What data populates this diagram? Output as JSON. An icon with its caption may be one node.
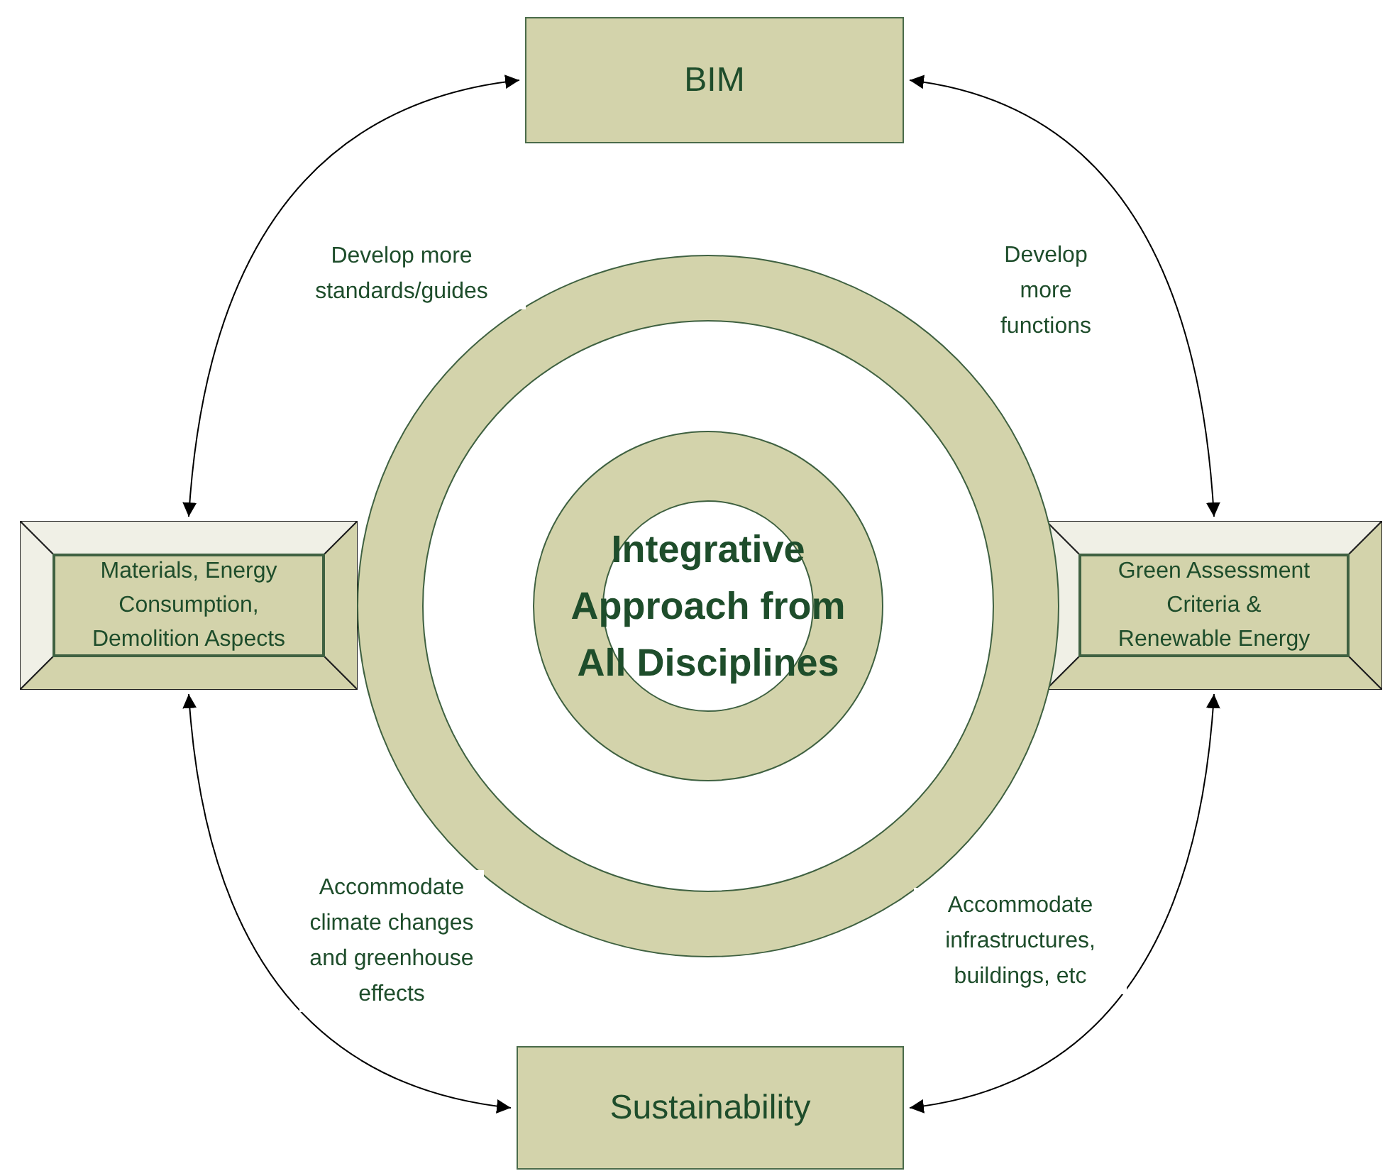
{
  "diagram": {
    "nodes": [
      {
        "text": [
          "BIM"
        ]
      },
      {
        "text": [
          "Materials, Energy Consumption, Demolition Aspects"
        ]
      },
      {
        "text": [
          "Green Assessment Criteria & Renewable Energy"
        ]
      },
      {
        "text": [
          "Sustainability"
        ]
      },
      {
        "text": [
          "Integrative Approach from All Disciplines"
        ]
      }
    ],
    "edges": [
      {
        "from": 0,
        "to": 1,
        "arrow": "both",
        "label": "Develop more standards/guides"
      },
      {
        "from": 0,
        "to": 2,
        "arrow": "both",
        "label": "Develop more functions"
      },
      {
        "from": 1,
        "to": 3,
        "arrow": "both",
        "label": "Accommodate climate changes and greenhouse effects"
      },
      {
        "from": 2,
        "to": 3,
        "arrow": "both",
        "label": "Accommodate infrastructures, buildings, etc"
      }
    ]
  }
}
